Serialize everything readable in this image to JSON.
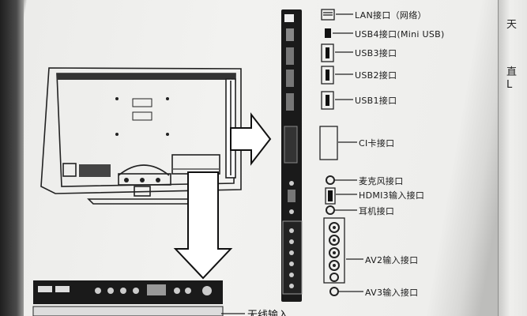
{
  "labels": {
    "lan": "LAN接口（网络）",
    "usb4": "USB4接口(Mini USB)",
    "usb3": "USB3接口",
    "usb2": "USB2接口",
    "usb1": "USB1接口",
    "ci": "CI卡接口",
    "mic": "麦克风接口",
    "hdmi3": "HDMI3输入接口",
    "earphone": "耳机接口",
    "av2": "AV2输入接口",
    "av3": "AV3输入接口"
  },
  "bottom_caption": "无线输入",
  "right_page_chars": [
    "天",
    "直",
    "L"
  ]
}
